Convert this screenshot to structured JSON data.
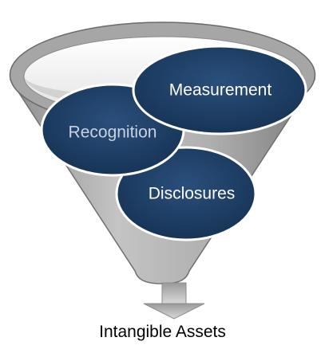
{
  "diagram": {
    "items": [
      {
        "label": "Measurement"
      },
      {
        "label": "Recognition"
      },
      {
        "label": "Disclosures"
      }
    ],
    "caption": "Intangible Assets"
  },
  "colors": {
    "funnel_fill": "#a9a9a9",
    "funnel_rim": "#7f7f7f",
    "funnel_mouth": "#f2f2f2",
    "oval_fill": "#1f3f66",
    "oval_edge": "#ffffff",
    "arrow_fill": "#7f7f7f"
  }
}
